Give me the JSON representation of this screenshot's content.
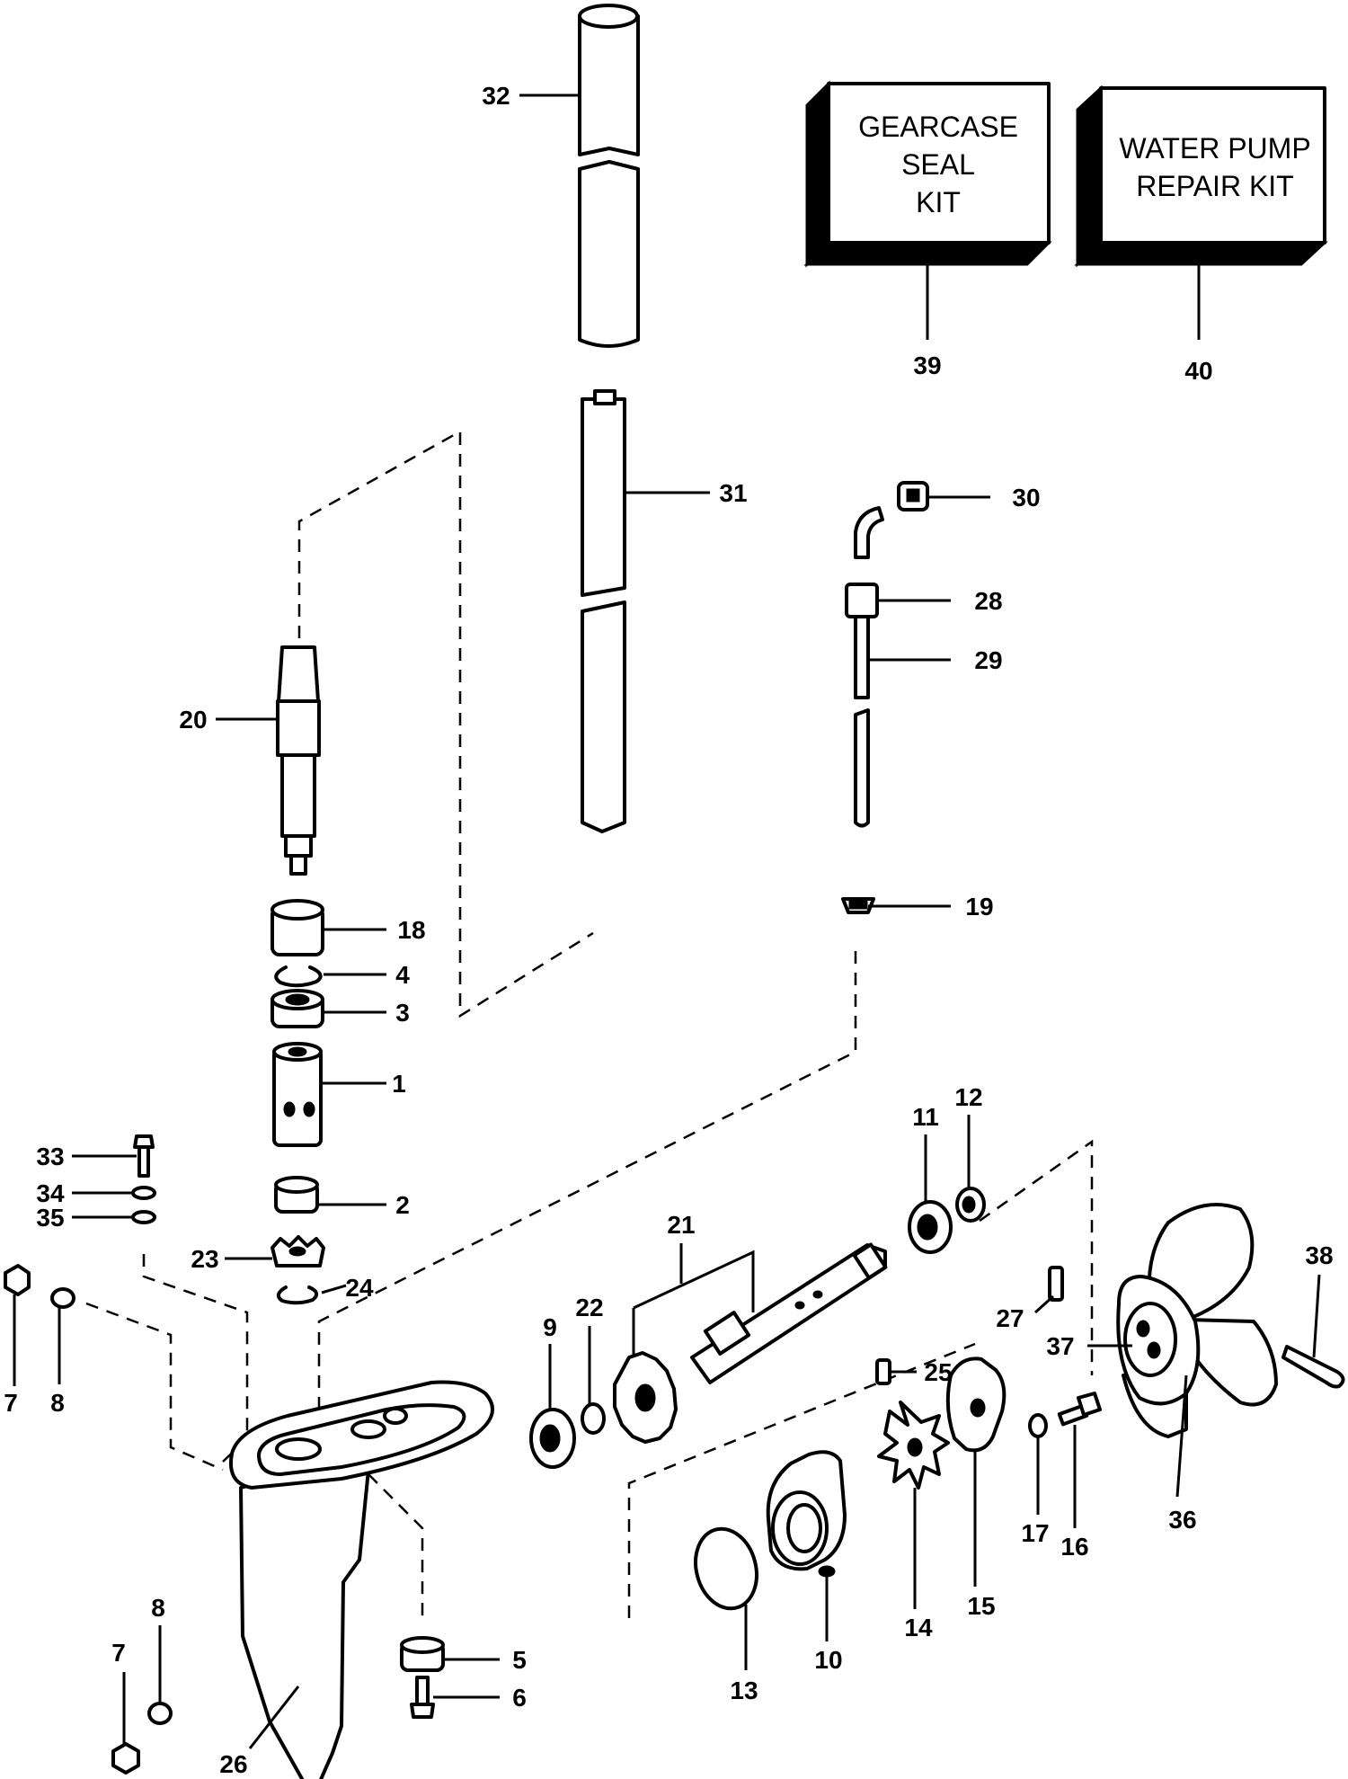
{
  "kits": {
    "gearcase": [
      "GEARCASE",
      "SEAL",
      "KIT"
    ],
    "water_pump": [
      "WATER PUMP",
      "REPAIR KIT"
    ]
  },
  "callouts": {
    "c1": "1",
    "c2": "2",
    "c3": "3",
    "c4": "4",
    "c5": "5",
    "c6": "6",
    "c7a": "7",
    "c7b": "7",
    "c8a": "8",
    "c8b": "8",
    "c9": "9",
    "c10": "10",
    "c11": "11",
    "c12": "12",
    "c13": "13",
    "c14": "14",
    "c15": "15",
    "c16": "16",
    "c17": "17",
    "c18": "18",
    "c19": "19",
    "c20": "20",
    "c21": "21",
    "c22": "22",
    "c23": "23",
    "c24": "24",
    "c25": "25",
    "c26": "26",
    "c27": "27",
    "c28": "28",
    "c29": "29",
    "c30": "30",
    "c31": "31",
    "c32": "32",
    "c33": "33",
    "c34": "34",
    "c35": "35",
    "c36": "36",
    "c37": "37",
    "c38": "38",
    "c39": "39",
    "c40": "40"
  }
}
